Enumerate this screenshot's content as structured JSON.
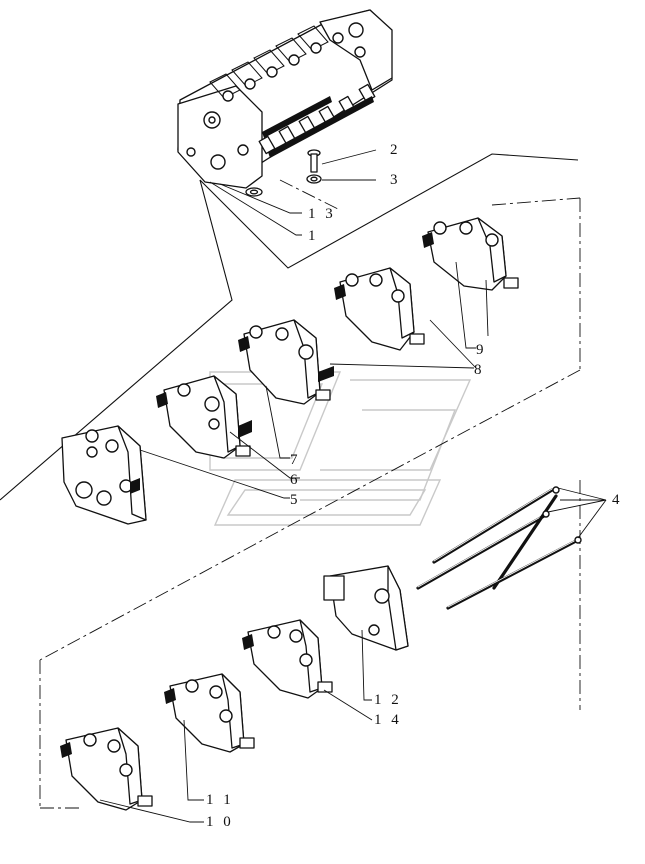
{
  "callouts": {
    "c1": "1",
    "c2": "2",
    "c3": "3",
    "c4": "4",
    "c5": "5",
    "c6": "6",
    "c7": "7",
    "c8": "8",
    "c9": "9",
    "c10": "1 0",
    "c11": "1 1",
    "c12": "1 2",
    "c13": "1 3",
    "c14": "1 4"
  },
  "colors": {
    "ink": "#111111",
    "watermark": "#c9c9c9",
    "background": "#ffffff"
  }
}
